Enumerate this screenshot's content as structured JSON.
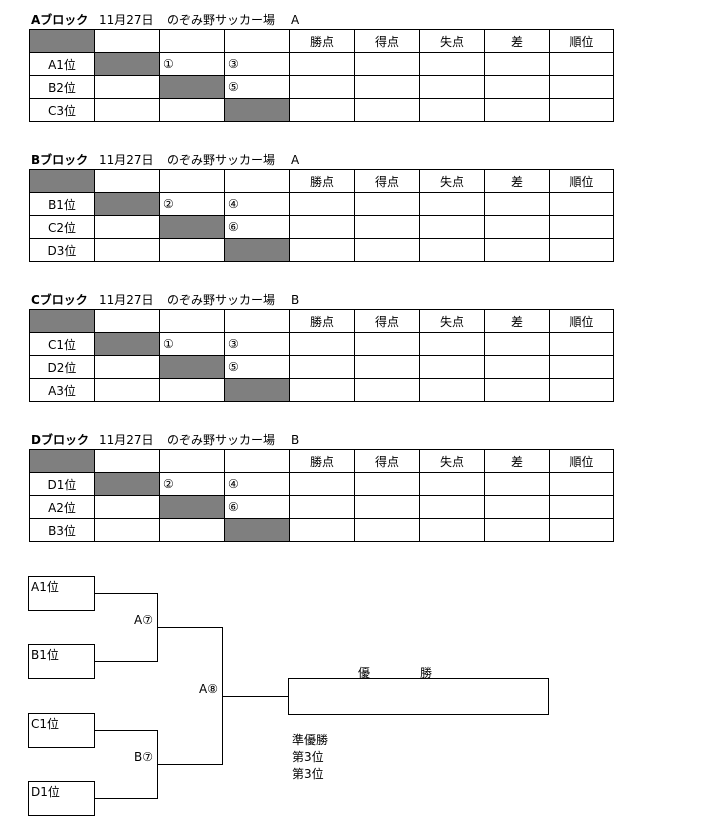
{
  "table_headers": [
    "勝点",
    "得点",
    "失点",
    "差",
    "順位"
  ],
  "blocks": [
    {
      "name": "Aブロック",
      "date": "11月27日",
      "venue": "のぞみ野サッカー場",
      "field": "A",
      "rows": [
        {
          "label": "A1位",
          "m2": "①",
          "m3": "③"
        },
        {
          "label": "B2位",
          "m2": "",
          "m3": "⑤"
        },
        {
          "label": "C3位",
          "m2": "",
          "m3": ""
        }
      ]
    },
    {
      "name": "Bブロック",
      "date": "11月27日",
      "venue": "のぞみ野サッカー場",
      "field": "A",
      "rows": [
        {
          "label": "B1位",
          "m2": "②",
          "m3": "④"
        },
        {
          "label": "C2位",
          "m2": "",
          "m3": "⑥"
        },
        {
          "label": "D3位",
          "m2": "",
          "m3": ""
        }
      ]
    },
    {
      "name": "Cブロック",
      "date": "11月27日",
      "venue": "のぞみ野サッカー場",
      "field": "B",
      "rows": [
        {
          "label": "C1位",
          "m2": "①",
          "m3": "③"
        },
        {
          "label": "D2位",
          "m2": "",
          "m3": "⑤"
        },
        {
          "label": "A3位",
          "m2": "",
          "m3": ""
        }
      ]
    },
    {
      "name": "Dブロック",
      "date": "11月27日",
      "venue": "のぞみ野サッカー場",
      "field": "B",
      "rows": [
        {
          "label": "D1位",
          "m2": "②",
          "m3": "④"
        },
        {
          "label": "A2位",
          "m2": "",
          "m3": "⑥"
        },
        {
          "label": "B3位",
          "m2": "",
          "m3": ""
        }
      ]
    }
  ],
  "bracket": {
    "teams": [
      "A1位",
      "B1位",
      "C1位",
      "D1位"
    ],
    "semi_top": "A⑦",
    "semi_bottom": "B⑦",
    "final_match": "A⑧",
    "champion_label_1": "優",
    "champion_label_2": "勝",
    "results": [
      "準優勝",
      "第3位",
      "第3位"
    ]
  }
}
